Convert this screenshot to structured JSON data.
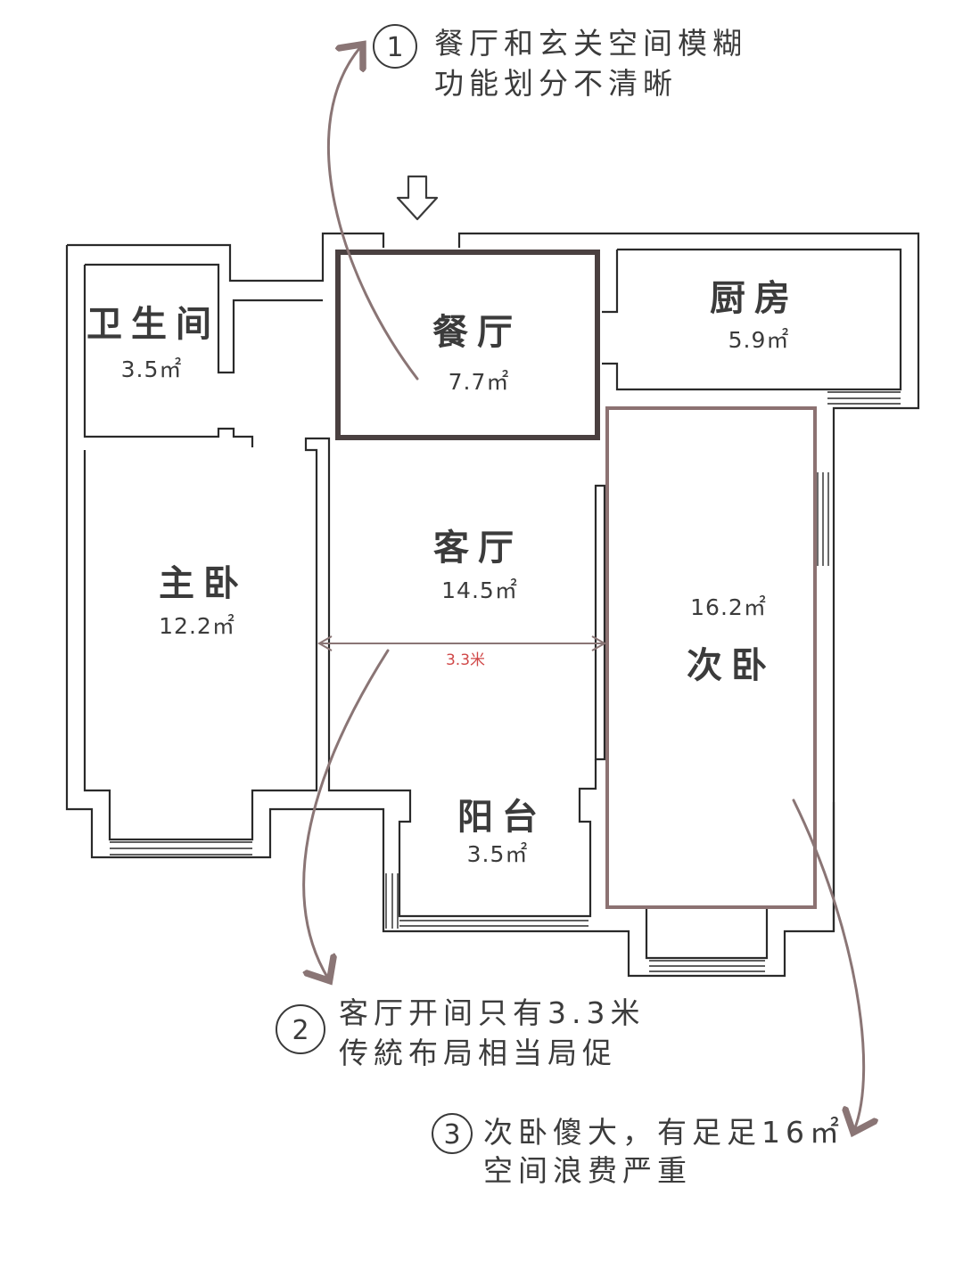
{
  "rooms": {
    "bathroom": {
      "name": "卫生间",
      "area": "3.5㎡"
    },
    "dining": {
      "name": "餐厅",
      "area": "7.7㎡"
    },
    "kitchen": {
      "name": "厨房",
      "area": "5.9㎡"
    },
    "living": {
      "name": "客厅",
      "area": "14.5㎡"
    },
    "master": {
      "name": "主卧",
      "area": "12.2㎡"
    },
    "second": {
      "name": "次卧",
      "area": "16.2㎡"
    },
    "balcony": {
      "name": "阳台",
      "area": "3.5㎡"
    }
  },
  "dimension": "3.3米",
  "annotations": [
    {
      "number": "1",
      "line1": "餐厅和玄关空间模糊",
      "line2": "功能划分不清晰"
    },
    {
      "number": "2",
      "line1": "客厅开间只有3.3米",
      "line2": "传統布局相当局促"
    },
    {
      "number": "3",
      "line1": "次卧傻大，有足足16㎡",
      "line2": "空间浪费严重"
    }
  ],
  "colors": {
    "highlight_dark": "#4a4040",
    "highlight_rose": "#8c7272",
    "arrow": "#8a7575",
    "dimension": "#d04848"
  }
}
